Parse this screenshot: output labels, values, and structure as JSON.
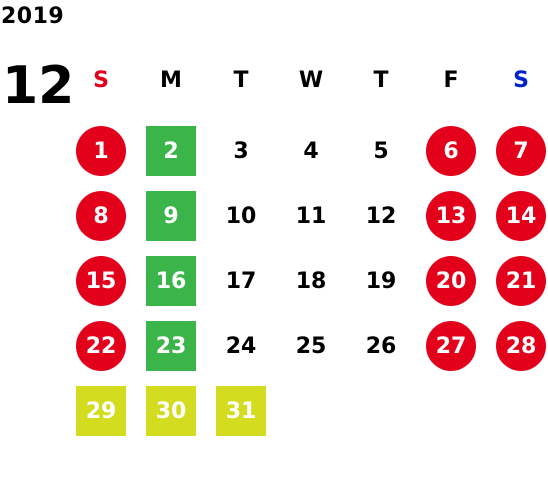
{
  "year": "2019",
  "month": "12",
  "colors": {
    "holiday_red": "#e3001b",
    "sunday_label": "#e3001b",
    "saturday_label": "#0022cc",
    "green_highlight": "#3bb54a",
    "yellow_highlight": "#d4dc1f"
  },
  "weekdays": [
    {
      "label": "S",
      "color": "#e3001b"
    },
    {
      "label": "M",
      "color": "#000000"
    },
    {
      "label": "T",
      "color": "#000000"
    },
    {
      "label": "W",
      "color": "#000000"
    },
    {
      "label": "T",
      "color": "#000000"
    },
    {
      "label": "F",
      "color": "#000000"
    },
    {
      "label": "S",
      "color": "#0022cc"
    }
  ],
  "days": [
    {
      "label": "1",
      "style": "red-circle"
    },
    {
      "label": "2",
      "style": "green-square"
    },
    {
      "label": "3",
      "style": "plain"
    },
    {
      "label": "4",
      "style": "plain"
    },
    {
      "label": "5",
      "style": "plain"
    },
    {
      "label": "6",
      "style": "red-circle"
    },
    {
      "label": "7",
      "style": "red-circle"
    },
    {
      "label": "8",
      "style": "red-circle"
    },
    {
      "label": "9",
      "style": "green-square"
    },
    {
      "label": "10",
      "style": "plain"
    },
    {
      "label": "11",
      "style": "plain"
    },
    {
      "label": "12",
      "style": "plain"
    },
    {
      "label": "13",
      "style": "red-circle"
    },
    {
      "label": "14",
      "style": "red-circle"
    },
    {
      "label": "15",
      "style": "red-circle"
    },
    {
      "label": "16",
      "style": "green-square"
    },
    {
      "label": "17",
      "style": "plain"
    },
    {
      "label": "18",
      "style": "plain"
    },
    {
      "label": "19",
      "style": "plain"
    },
    {
      "label": "20",
      "style": "red-circle"
    },
    {
      "label": "21",
      "style": "red-circle"
    },
    {
      "label": "22",
      "style": "red-circle"
    },
    {
      "label": "23",
      "style": "green-square"
    },
    {
      "label": "24",
      "style": "plain"
    },
    {
      "label": "25",
      "style": "plain"
    },
    {
      "label": "26",
      "style": "plain"
    },
    {
      "label": "27",
      "style": "red-circle"
    },
    {
      "label": "28",
      "style": "red-circle"
    },
    {
      "label": "29",
      "style": "yellow-square"
    },
    {
      "label": "30",
      "style": "yellow-square"
    },
    {
      "label": "31",
      "style": "yellow-square"
    }
  ]
}
